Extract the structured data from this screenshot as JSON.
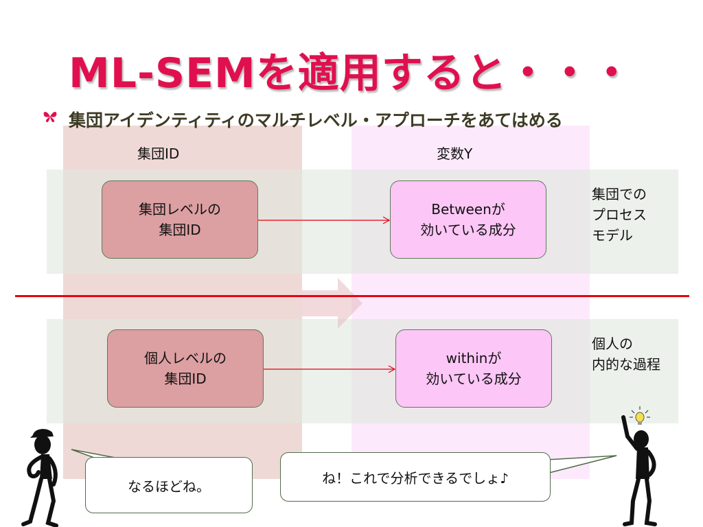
{
  "slide": {
    "title": "ML-SEMを適用すると・・・",
    "bullet_icon": "butterfly-icon",
    "bullet_text": "集団アイデンティティのマルチレベル・アプローチをあてはめる"
  },
  "columns": {
    "left_header": "集団ID",
    "right_header": "変数Y"
  },
  "upper": {
    "left_box": [
      "集団レベルの",
      "集団ID"
    ],
    "right_box": [
      "Betweenが",
      "効いている成分"
    ],
    "side_label": [
      "集団での",
      "プロセス",
      "モデル"
    ]
  },
  "lower": {
    "left_box": [
      "個人レベルの",
      "集団ID"
    ],
    "right_box": [
      "withinが",
      "効いている成分"
    ],
    "side_label": [
      "個人の",
      "内的な過程"
    ]
  },
  "bubbles": {
    "left": "なるほどね。",
    "right": "ね！これで分析できるでしょ♪"
  },
  "colors": {
    "title": "#e0104f",
    "divider": "#e50011",
    "arrow": "#e50011",
    "left_column": "#e2b9b5",
    "right_column": "#fde5fb",
    "band": "#dfe8dd",
    "box_red": "#dc9fa2",
    "box_pink": "#fcc6f6"
  }
}
